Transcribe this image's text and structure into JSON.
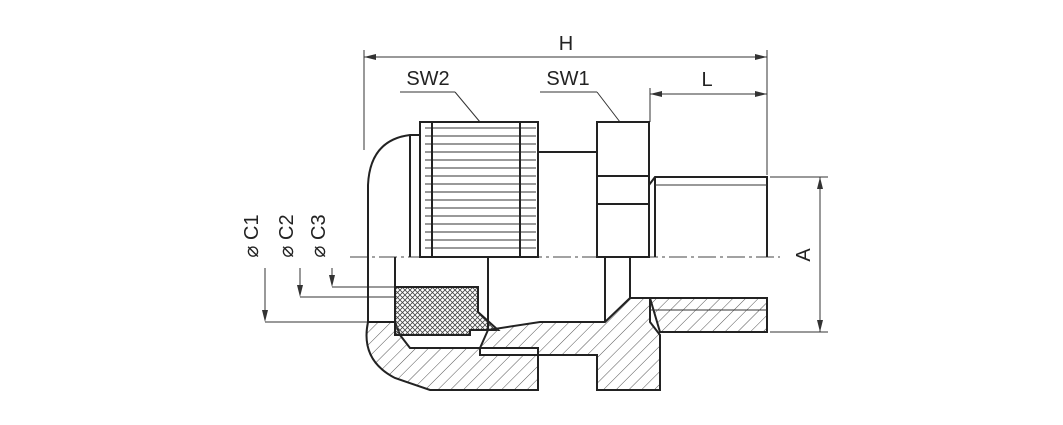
{
  "labels": {
    "H": "H",
    "SW2": "SW2",
    "SW1": "SW1",
    "L": "L",
    "A": "A",
    "C1": "⌀ C1",
    "C2": "⌀ C2",
    "C3": "⌀ C3"
  },
  "colors": {
    "line": "#222222",
    "hatch": "#555555",
    "seal_fill": "#cfcfcf"
  }
}
